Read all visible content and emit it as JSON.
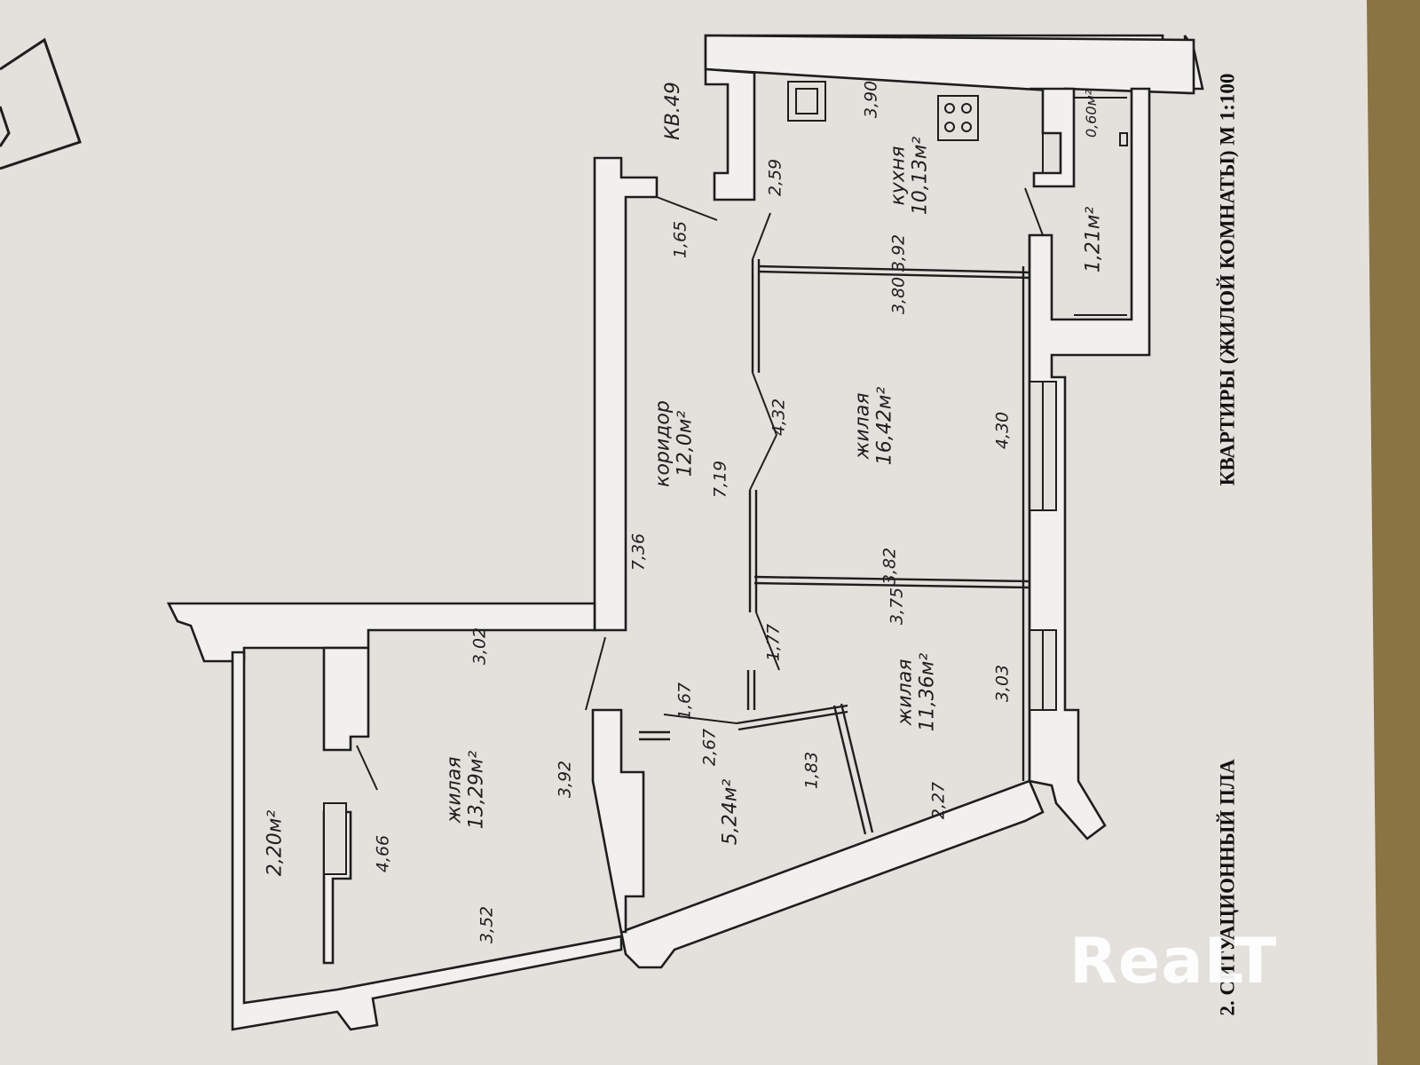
{
  "header": {
    "title_plan": "КВАРТИРЫ (ЖИЛОЙ КОМНАТЫ) М 1:100",
    "title_situation": "2. СИТУАЦИОННЫЙ ПЛА"
  },
  "apartment_label": "КВ.49",
  "rooms": {
    "kitchen": {
      "name": "кухня",
      "area": "10,13м²"
    },
    "bedroom_large": {
      "name": "жилая",
      "area": "16,42м²"
    },
    "bedroom_mid": {
      "name": "жилая",
      "area": "11,36м²"
    },
    "bedroom_left": {
      "name": "жилая",
      "area": "13,29м²"
    },
    "corridor": {
      "name": "коридор",
      "area": "12,0м²"
    },
    "storage": {
      "area": "5,24м²"
    },
    "bathroom": {
      "area": "1,21м²"
    },
    "toilet": {
      "area": "0,60м²"
    },
    "balcony": {
      "area": "2,20м²"
    }
  },
  "dimensions": {
    "kitchen_top": "3,90",
    "kitchen_left": "2,59",
    "kitchen_bottom": "3,92",
    "corridor_entry": "1,65",
    "bedroom_large_top": "3,80",
    "bedroom_large_left": "4,32",
    "bedroom_large_right": "4,30",
    "bedroom_large_bottom": "3,82",
    "corridor_length": "7,19",
    "corridor_wall": "7,36",
    "bedroom_mid_top": "3,75",
    "bedroom_mid_left": "1,77",
    "bedroom_mid_right": "3,03",
    "bedroom_mid_bottom": "2,27",
    "storage_top": "1,67",
    "storage_left": "2,67",
    "storage_right": "1,83",
    "bedroom_left_top": "3,02",
    "bedroom_left_right": "3,92",
    "bedroom_left_left": "4,66",
    "bedroom_left_bottom": "3,52"
  },
  "watermark": "ReaLT",
  "colors": {
    "paper": "#e4e1dc",
    "ink": "#1e1e1e",
    "wall_fill": "#f2f0ec"
  }
}
